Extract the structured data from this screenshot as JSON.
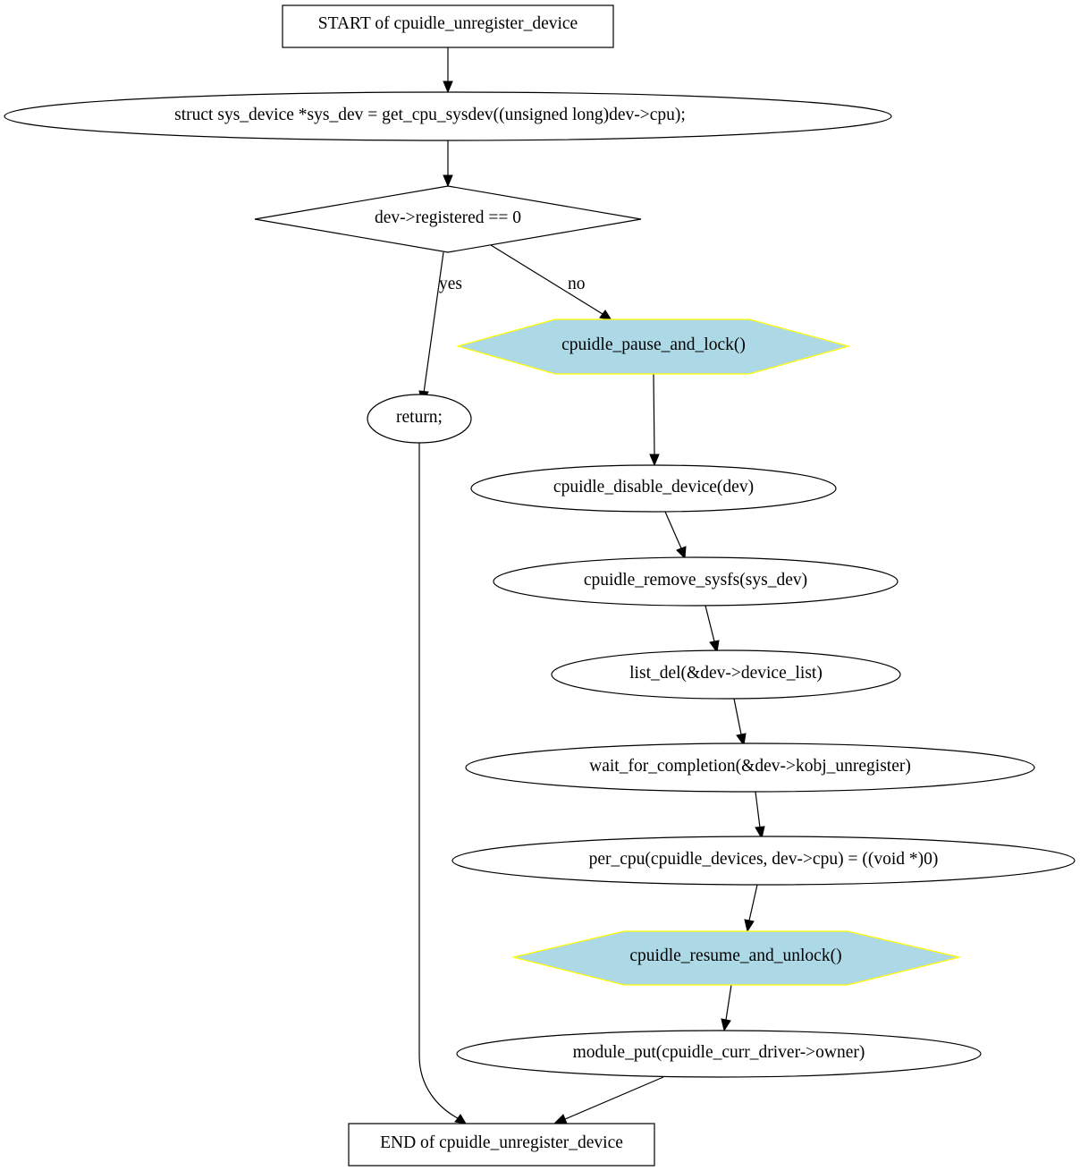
{
  "diagram": {
    "nodes": {
      "start": "START of cpuidle_unregister_device",
      "sysdev": "struct sys_device *sys_dev = get_cpu_sysdev((unsigned long)dev->cpu);",
      "check": "dev->registered == 0",
      "pause": "cpuidle_pause_and_lock()",
      "ret": "return;",
      "disable": "cpuidle_disable_device(dev)",
      "remove": "cpuidle_remove_sysfs(sys_dev)",
      "listdel": "list_del(&dev->device_list)",
      "wait": "wait_for_completion(&dev->kobj_unregister)",
      "percpu": "per_cpu(cpuidle_devices, dev->cpu) = ((void *)0)",
      "resume": "cpuidle_resume_and_unlock()",
      "modput": "module_put(cpuidle_curr_driver->owner)",
      "end": "END of cpuidle_unregister_device"
    },
    "edge_labels": {
      "yes": "yes",
      "no": "no"
    },
    "colors": {
      "hexagon_fill": "#add8e6",
      "hexagon_stroke": "#ffff00",
      "line": "#000000"
    }
  }
}
